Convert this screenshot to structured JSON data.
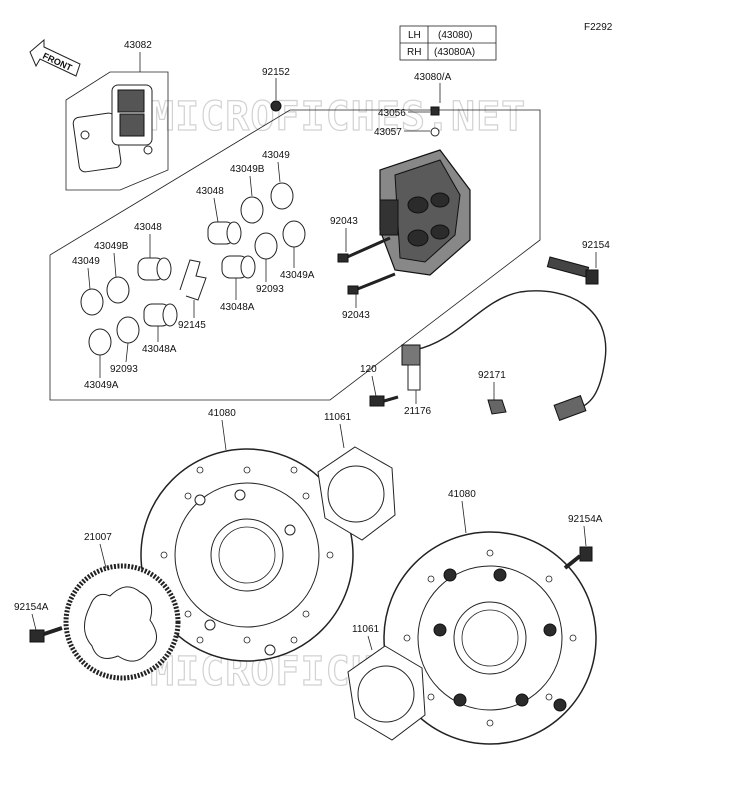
{
  "diagram_code": "F2292",
  "watermark": "MICROFICHES.NET",
  "front_label": "FRONT",
  "side_table": [
    {
      "side": "LH",
      "part": "(43080)"
    },
    {
      "side": "RH",
      "part": "(43080A)"
    }
  ],
  "parts": {
    "p43082": "43082",
    "p92152": "92152",
    "p43080": "43080/A",
    "p43056": "43056",
    "p43057": "43057",
    "p43049_top": "43049",
    "p43049b_top": "43049B",
    "p43048_top": "43048",
    "p43048_left": "43048",
    "p43049b_left": "43049B",
    "p43049_left": "43049",
    "p92043_top": "92043",
    "p92043_bot": "92043",
    "p43049a_right": "43049A",
    "p92093_mid": "92093",
    "p43048a_mid": "43048A",
    "p92145": "92145",
    "p43048a_left": "43048A",
    "p92093_left": "92093",
    "p43049a_left": "43049A",
    "p92154": "92154",
    "p120": "120",
    "p21176": "21176",
    "p92171": "92171",
    "p41080_left": "41080",
    "p11061_top": "11061",
    "p41080_right": "41080",
    "p92154a_right": "92154A",
    "p21007": "21007",
    "p92154a_left": "92154A",
    "p11061_bot": "11061"
  }
}
